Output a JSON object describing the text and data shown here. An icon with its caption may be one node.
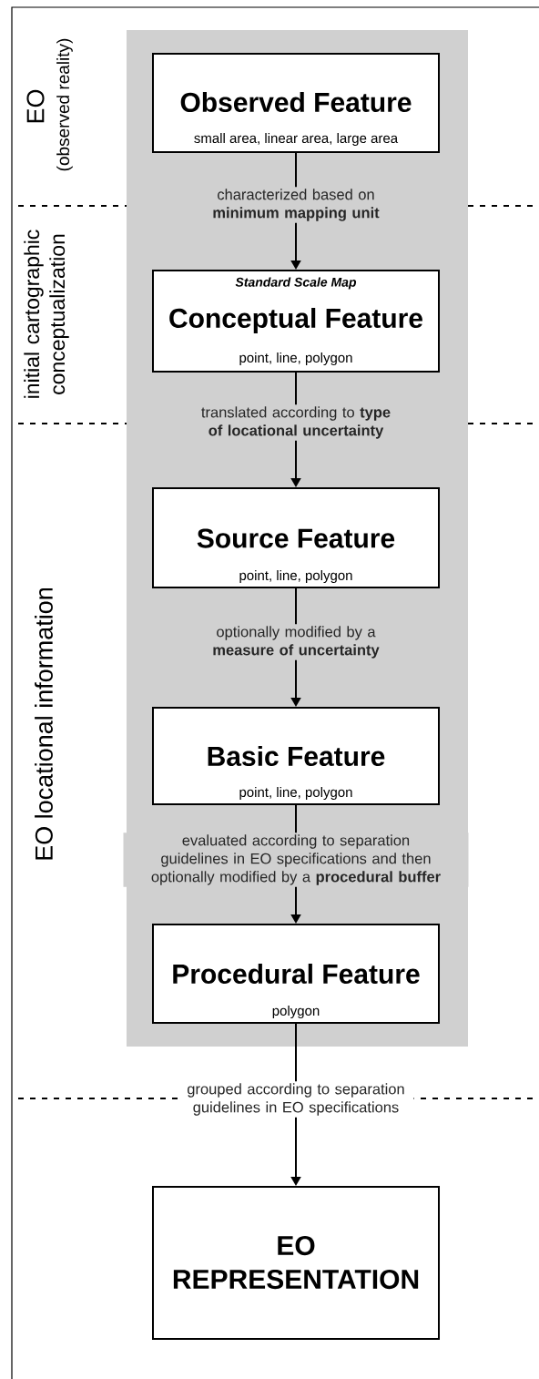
{
  "diagram": {
    "nodes": [
      {
        "text": [],
        "shape": "box"
      },
      {
        "text": [
          "Observed Feature",
          "small area, linear area, large area"
        ],
        "in": 0
      },
      {
        "text": [
          "Standard Scale Map",
          "Conceptual Feature",
          "point, line, polygon"
        ],
        "in": 0
      },
      {
        "text": [
          "Source Feature",
          "point, line, polygon"
        ],
        "in": 0
      },
      {
        "text": [
          "Basic Feature",
          "point, line, polygon"
        ],
        "in": 0
      },
      {
        "text": [
          "Procedural Feature",
          "polygon"
        ],
        "in": 0
      },
      {
        "text": [
          "EO REPRESENTATION"
        ]
      }
    ],
    "edges": [
      {
        "from": 1,
        "to": 2,
        "arrow": "to",
        "label": "characterized based on **minimum mapping unit**"
      },
      {
        "from": 2,
        "to": 3,
        "arrow": "to",
        "label": "translated according to **type of locational uncertainty**"
      },
      {
        "from": 3,
        "to": 4,
        "arrow": "to",
        "label": "optionally modified by a **measure of uncertainty**"
      },
      {
        "from": 4,
        "to": 5,
        "arrow": "to",
        "label": "evaluated according to separation guidelines in EO specifications and then optionally modified by a **procedural buffer**"
      },
      {
        "from": 5,
        "to": 6,
        "arrow": "to",
        "label": "grouped according to separation guidelines in EO specifications"
      }
    ],
    "labels": [
      "EO",
      "(observed reality)",
      "initial cartographic conceptualization",
      "EO locational information"
    ]
  }
}
